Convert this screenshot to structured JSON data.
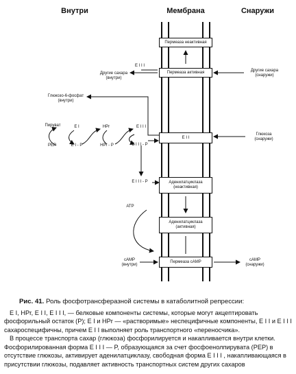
{
  "headers": {
    "inside": "Внутри",
    "membrane": "Мембрана",
    "outside": "Снаружи"
  },
  "boxes": {
    "permease_inactive": "Пермеаза неактивная",
    "permease_active": "Пермеаза активная",
    "e2": "E I I",
    "ac_inactive_1": "Аденилатциклаза",
    "ac_inactive_2": "(неактивная)",
    "ac_active_1": "Аденилатциклаза",
    "ac_active_2": "(активная)",
    "permease_camp": "Пермеаза сАМР"
  },
  "labels": {
    "e3_top": "E I I I",
    "other_sugars_in_1": "Другие сахара",
    "other_sugars_in_2": "(внутри)",
    "other_sugars_out_1": "Другие сахара",
    "other_sugars_out_2": "(снаружи)",
    "g6p_1": "Глюкозо-6-фосфат",
    "g6p_2": "(внутри)",
    "pyruvate": "Пируват",
    "pep": "PEP",
    "e1": "E I",
    "e1p": "E I - P",
    "hpr": "HPr",
    "hprp": "HPr - P",
    "e3_mid": "E I I I",
    "e3p_mid": "E I I I - P",
    "e3p_low": "E I I I - P",
    "glucose_out_1": "Глюкоза",
    "glucose_out_2": "(снаружи)",
    "atp": "ATP",
    "camp_in_1": "сАМР",
    "camp_in_2": "(внутри)",
    "camp_out_1": "сАМР",
    "camp_out_2": "(снаружи)"
  },
  "caption": {
    "fig": "Рис. 41.",
    "title": "Роль фосфотрансферазной системы в катаболитной репрессии:",
    "p1": "E I, HPr, E I I, E I I I, — белковые компоненты системы, которые могут акцептировать фосфорильный остаток (P); E I и HPr — «растворимые» неспецифичные компоненты, E I I и E I I I сахароспецифичны, причем E I I выполняет роль транспортного «переносчика».",
    "p2": "В процессе транспорта сахар (глюкоза) фосфорилируется и накапливается внутри клетки. Фосфорилированная форма E I I I — P, образующаяся за счет фосфоенолпирувата (PEP) в отсутствие глюкозы, активирует аденилатциклазу, свободная форма E I I I , накапливающаяся в присутствии глюкозы, подавляет активность транспортных систем других сахаров"
  }
}
